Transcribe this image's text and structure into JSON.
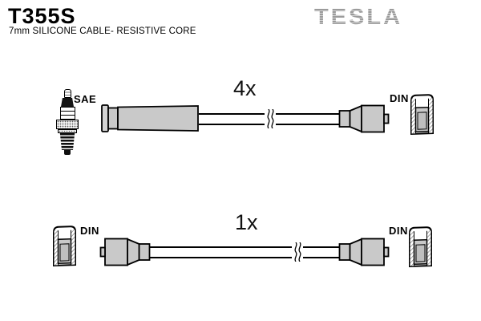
{
  "header": {
    "part_number": "T355S",
    "subtitle": "7mm SILICONE CABLE- RESISTIVE CORE",
    "brand": "TESLA"
  },
  "colors": {
    "brand-gray": "#9b9b9b",
    "connector-fill": "#c9c9c9",
    "outline": "#000000",
    "background": "#ffffff"
  },
  "rows": [
    {
      "quantity_label": "4x",
      "left_connector": {
        "icon": "spark-plug-icon",
        "standard_label": "SAE",
        "boot": "straight-plug-boot"
      },
      "cable": {
        "style": "7mm two-line drawing with break mark"
      },
      "right_connector": {
        "icon": "din-socket-cutaway-icon",
        "standard_label": "DIN",
        "end": "distributor-plug"
      }
    },
    {
      "quantity_label": "1x",
      "left_connector": {
        "icon": "din-socket-cutaway-icon",
        "standard_label": "DIN",
        "end": "distributor-plug"
      },
      "cable": {
        "style": "7mm two-line drawing with break mark"
      },
      "right_connector": {
        "icon": "din-socket-cutaway-icon",
        "standard_label": "DIN",
        "end": "distributor-plug"
      }
    }
  ]
}
